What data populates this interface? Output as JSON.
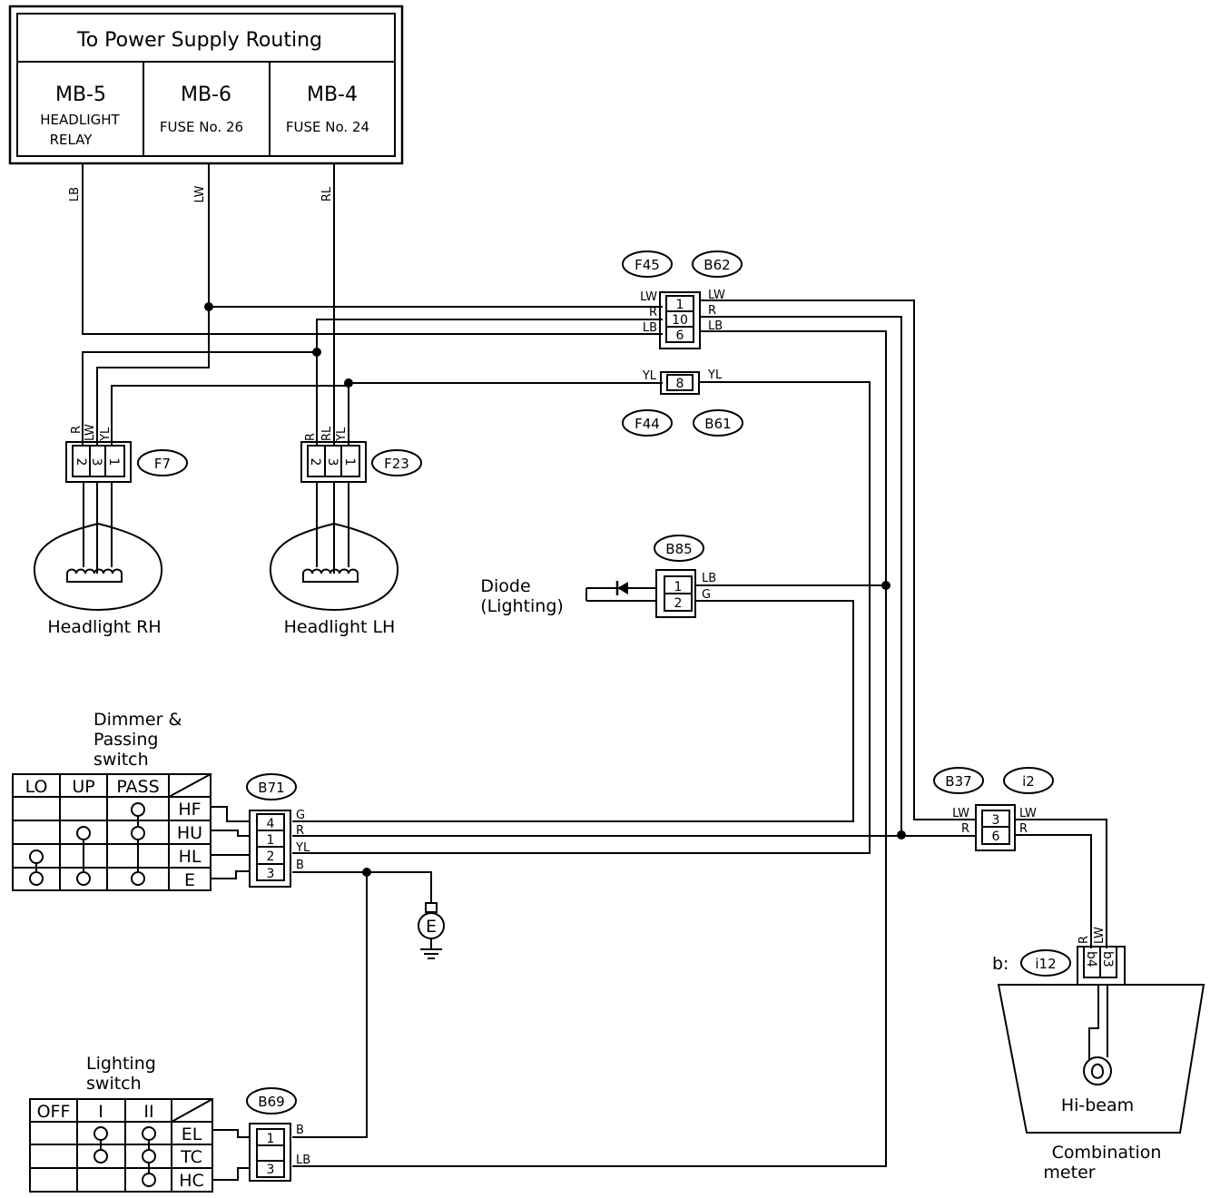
{
  "power_supply": {
    "title": "To Power Supply Routing",
    "blocks": [
      {
        "code": "MB-5",
        "line1": "HEADLIGHT",
        "line2": "RELAY"
      },
      {
        "code": "MB-6",
        "line1": "FUSE No. 26"
      },
      {
        "code": "MB-4",
        "line1": "FUSE No. 24"
      }
    ],
    "wires": [
      "LB",
      "LW",
      "RL"
    ]
  },
  "connectors": {
    "f45": "F45",
    "b62": "B62",
    "f44": "F44",
    "b61": "B61",
    "f7": "F7",
    "f23": "F23",
    "b85": "B85",
    "b71": "B71",
    "b37": "B37",
    "i2": "i2",
    "i12": "i12",
    "b69": "B69"
  },
  "f45_b62": {
    "pins": [
      "1",
      "10",
      "6"
    ],
    "left_wires": [
      "LW",
      "R",
      "LB"
    ],
    "right_wires": [
      "LW",
      "R",
      "LB"
    ]
  },
  "f44_b61": {
    "pin": "8",
    "left_wire": "YL",
    "right_wire": "YL"
  },
  "headlight_rh": {
    "label": "Headlight RH",
    "pins": [
      "2",
      "3",
      "1"
    ],
    "wires": [
      "R",
      "LW",
      "YL"
    ]
  },
  "headlight_lh": {
    "label": "Headlight LH",
    "pins": [
      "2",
      "3",
      "1"
    ],
    "wires": [
      "R",
      "RL",
      "YL"
    ]
  },
  "diode": {
    "label_line1": "Diode",
    "label_line2": "(Lighting)",
    "pins": [
      "1",
      "2"
    ],
    "wires": [
      "LB",
      "G"
    ]
  },
  "dimmer": {
    "title_line1": "Dimmer &",
    "title_line2": "Passing",
    "title_line3": "switch",
    "columns": [
      "LO",
      "UP",
      "PASS"
    ],
    "rows": [
      "HF",
      "HU",
      "HL",
      "E"
    ],
    "pins": [
      "4",
      "1",
      "2",
      "3"
    ],
    "wires": [
      "G",
      "R",
      "YL",
      "B"
    ]
  },
  "ground": {
    "label": "E"
  },
  "meter_conn": {
    "pins": [
      "3",
      "6"
    ],
    "left_wires": [
      "LW",
      "R"
    ],
    "right_wires": [
      "LW",
      "R"
    ]
  },
  "meter": {
    "prefix": "b:",
    "pins": [
      "b4",
      "b3"
    ],
    "wires": [
      "R",
      "LW"
    ],
    "lamp_label": "Hi-beam",
    "label_line1": "Combination",
    "label_line2": "meter"
  },
  "lighting": {
    "title_line1": "Lighting",
    "title_line2": "switch",
    "columns": [
      "OFF",
      "I",
      "II"
    ],
    "rows": [
      "EL",
      "TC",
      "HC"
    ],
    "pins": [
      "1",
      "",
      "3"
    ],
    "wires": [
      "B",
      "LB"
    ]
  }
}
